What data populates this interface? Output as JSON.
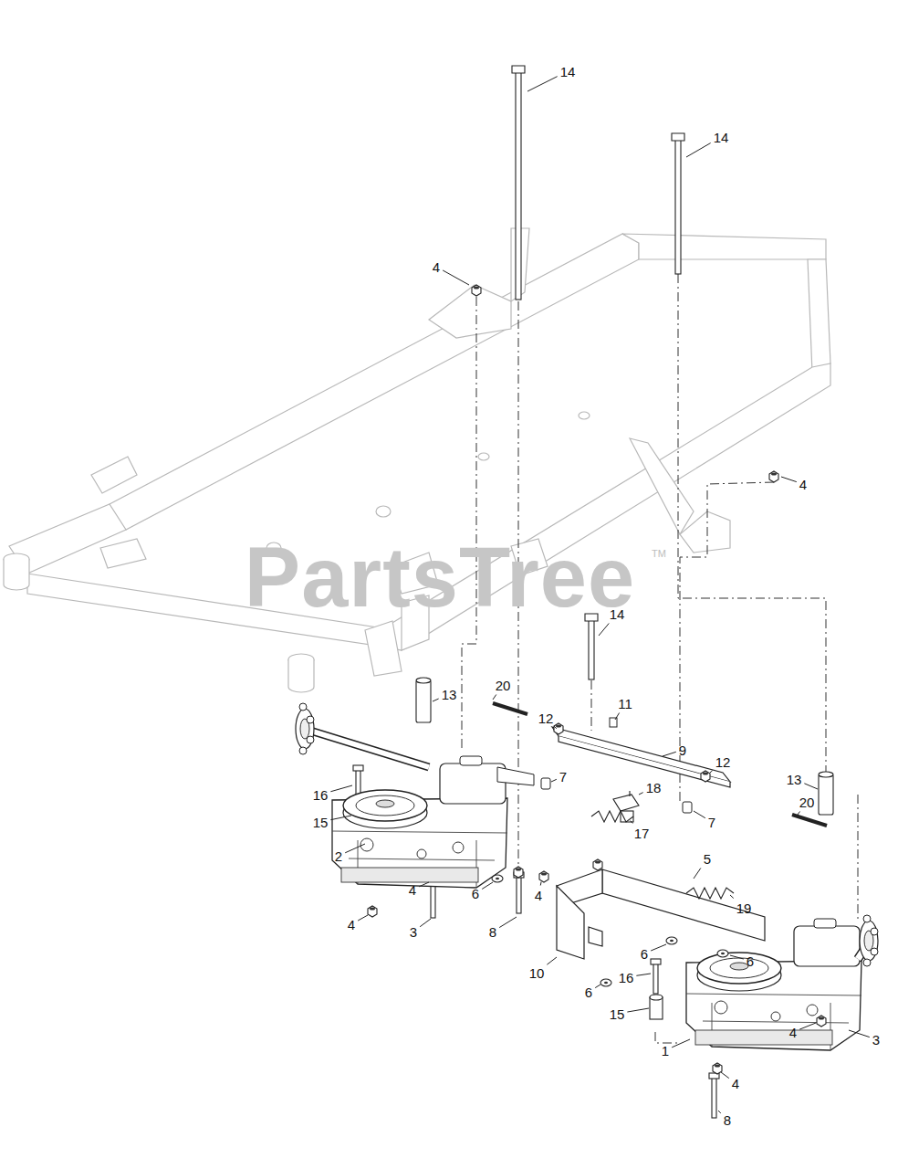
{
  "diagram": {
    "labels": [
      "14",
      "14",
      "4",
      "4",
      "TM",
      "PartsTree",
      "14",
      "20",
      "13",
      "11",
      "12",
      "9",
      "12",
      "7",
      "13",
      "18",
      "16",
      "20",
      "15",
      "7",
      "17",
      "2",
      "5",
      "4",
      "6",
      "4",
      "19",
      "4",
      "3",
      "8",
      "6",
      "6",
      "10",
      "16",
      "6",
      "15",
      "4",
      "3",
      "1",
      "4",
      "8"
    ]
  }
}
